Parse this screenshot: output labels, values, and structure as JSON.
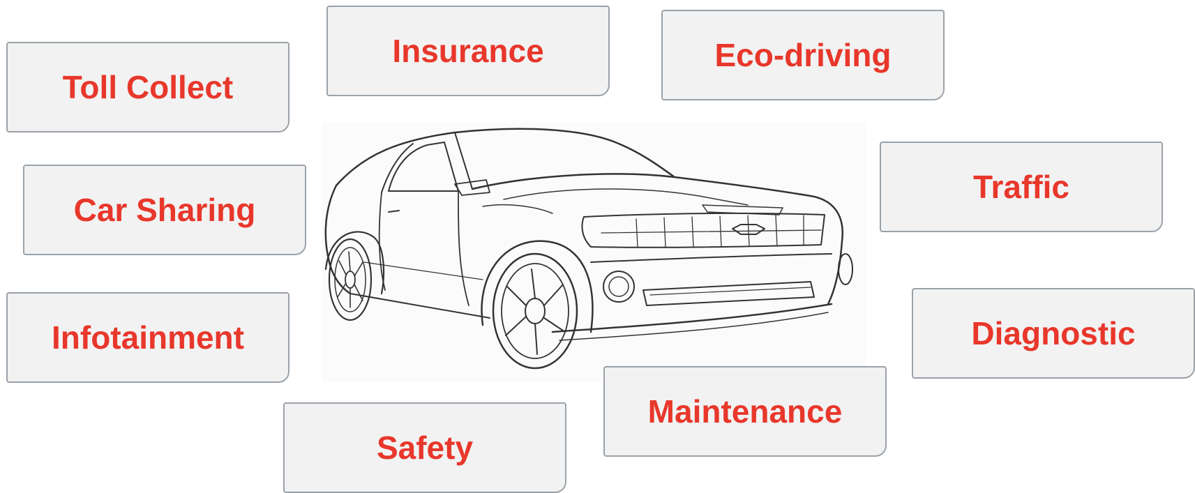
{
  "diagram": {
    "labels": {
      "toll_collect": "Toll Collect",
      "insurance": "Insurance",
      "eco_driving": "Eco-driving",
      "car_sharing": "Car Sharing",
      "traffic": "Traffic",
      "infotainment": "Infotainment",
      "diagnostic": "Diagnostic",
      "maintenance": "Maintenance",
      "safety": "Safety"
    },
    "center_image": "car-line-drawing",
    "colors": {
      "label_text": "#e8372b",
      "box_fill": "#f2f2f2",
      "box_border": "#9aa2a9"
    }
  }
}
